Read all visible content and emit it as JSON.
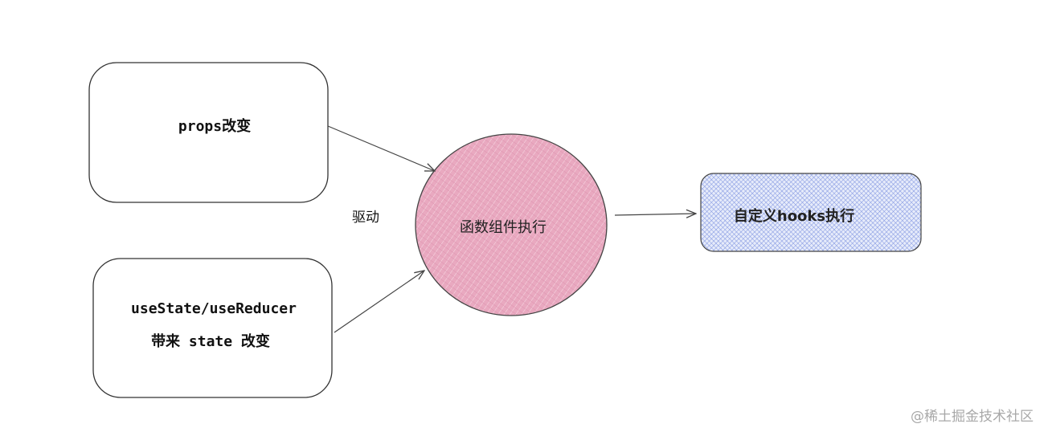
{
  "nodes": {
    "props_box": {
      "label": "props改变"
    },
    "state_box": {
      "line1": "useState/useReducer",
      "line2": "带来 state 改变"
    },
    "function_circle": {
      "label": "函数组件执行",
      "fill": "#e8a4bd"
    },
    "hooks_box": {
      "label": "自定义hooks执行",
      "fill": "#8fa3e6"
    }
  },
  "edge_label": "驱动",
  "watermark": "@稀土掘金技术社区"
}
